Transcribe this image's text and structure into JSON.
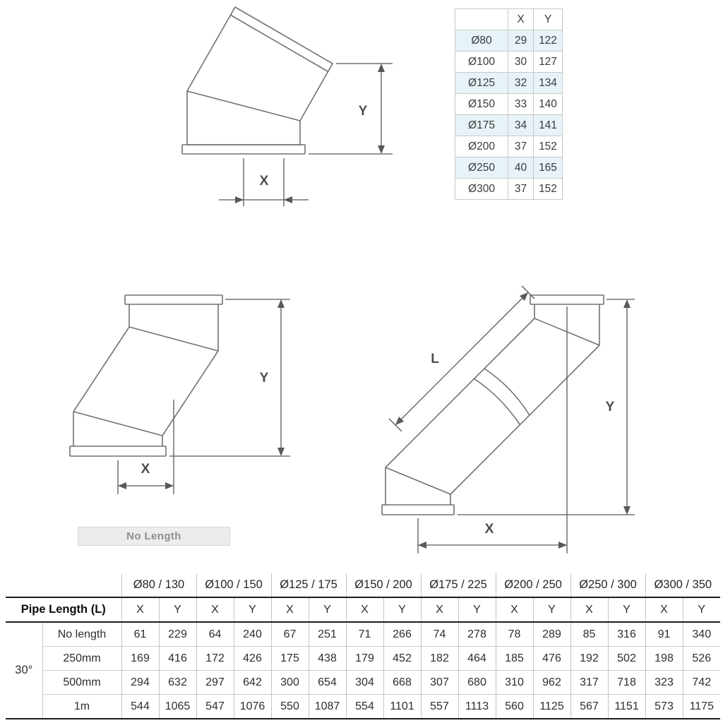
{
  "diagram_labels": {
    "x": "X",
    "y": "Y",
    "l": "L"
  },
  "no_length_button": {
    "label": "No Length"
  },
  "dimension_table": {
    "headers": {
      "x": "X",
      "y": "Y"
    },
    "rows": [
      {
        "label": "Ø80",
        "x": "29",
        "y": "122",
        "tinted": true
      },
      {
        "label": "Ø100",
        "x": "30",
        "y": "127",
        "tinted": false
      },
      {
        "label": "Ø125",
        "x": "32",
        "y": "134",
        "tinted": true
      },
      {
        "label": "Ø150",
        "x": "33",
        "y": "140",
        "tinted": false
      },
      {
        "label": "Ø175",
        "x": "34",
        "y": "141",
        "tinted": true
      },
      {
        "label": "Ø200",
        "x": "37",
        "y": "152",
        "tinted": false
      },
      {
        "label": "Ø250",
        "x": "40",
        "y": "165",
        "tinted": true
      },
      {
        "label": "Ø300",
        "x": "37",
        "y": "152",
        "tinted": false
      }
    ]
  },
  "pipe_length_table": {
    "angle_label": "30°",
    "length_header": "Pipe Length (L)",
    "sub_headers": {
      "x": "X",
      "y": "Y"
    },
    "diameters": [
      "Ø80 / 130",
      "Ø100 / 150",
      "Ø125 / 175",
      "Ø150 / 200",
      "Ø175 / 225",
      "Ø200 / 250",
      "Ø250 / 300",
      "Ø300 / 350"
    ],
    "rows": [
      {
        "label": "No length",
        "values": [
          [
            "61",
            "229"
          ],
          [
            "64",
            "240"
          ],
          [
            "67",
            "251"
          ],
          [
            "71",
            "266"
          ],
          [
            "74",
            "278"
          ],
          [
            "78",
            "289"
          ],
          [
            "85",
            "316"
          ],
          [
            "91",
            "340"
          ]
        ]
      },
      {
        "label": "250mm",
        "values": [
          [
            "169",
            "416"
          ],
          [
            "172",
            "426"
          ],
          [
            "175",
            "438"
          ],
          [
            "179",
            "452"
          ],
          [
            "182",
            "464"
          ],
          [
            "185",
            "476"
          ],
          [
            "192",
            "502"
          ],
          [
            "198",
            "526"
          ]
        ]
      },
      {
        "label": "500mm",
        "values": [
          [
            "294",
            "632"
          ],
          [
            "297",
            "642"
          ],
          [
            "300",
            "654"
          ],
          [
            "304",
            "668"
          ],
          [
            "307",
            "680"
          ],
          [
            "310",
            "962"
          ],
          [
            "317",
            "718"
          ],
          [
            "323",
            "742"
          ]
        ]
      },
      {
        "label": "1m",
        "values": [
          [
            "544",
            "1065"
          ],
          [
            "547",
            "1076"
          ],
          [
            "550",
            "1087"
          ],
          [
            "554",
            "1101"
          ],
          [
            "557",
            "1113"
          ],
          [
            "560",
            "1125"
          ],
          [
            "567",
            "1151"
          ],
          [
            "573",
            "1175"
          ]
        ]
      }
    ]
  }
}
